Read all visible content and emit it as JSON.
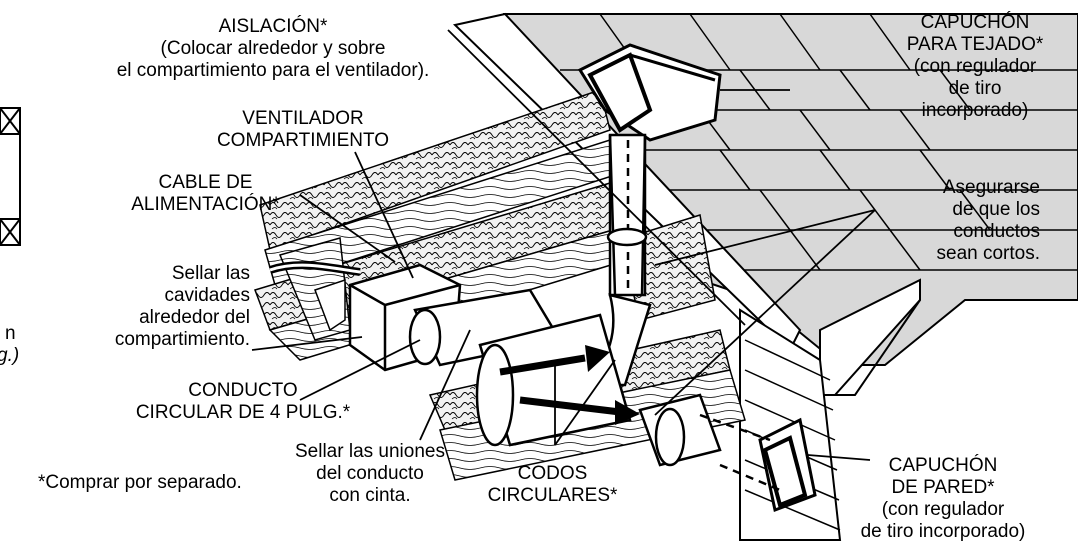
{
  "labels": {
    "insulation": [
      "AISLACIÓN*",
      "(Colocar alrededor y sobre",
      "el compartimiento para el ventilador)."
    ],
    "fan_housing": [
      "VENTILADOR",
      "COMPARTIMIENTO"
    ],
    "power_cable": [
      "CABLE DE",
      "ALIMENTACIÓN*"
    ],
    "seal_cavities": [
      "Sellar las",
      "cavidades",
      "alrededor del",
      "compartimiento."
    ],
    "round_duct": [
      "CONDUCTO",
      "CIRCULAR DE 4 PULG.*"
    ],
    "seal_joints": [
      "Sellar las uniones",
      "del conducto",
      "con cinta."
    ],
    "elbows": [
      "CODOS",
      "CIRCULARES*"
    ],
    "roof_cap": [
      "CAPUCHÓN",
      "PARA TEJADO*",
      "(con regulador",
      "de tiro",
      "incorporado)"
    ],
    "short_ducts": [
      "Asegurarse",
      "de que los",
      "conductos",
      "sean cortos."
    ],
    "wall_cap": [
      "CAPUCHÓN",
      "DE PARED*",
      "(con regulador",
      "de tiro incorporado)"
    ],
    "purchase_note": "*Comprar por separado.",
    "edge_fragment_1": "n",
    "edge_fragment_2": "g.)"
  },
  "colors": {
    "ink": "#000000",
    "roof": "#d9d9d9",
    "paper": "#ffffff",
    "insulation": "#efefef"
  }
}
